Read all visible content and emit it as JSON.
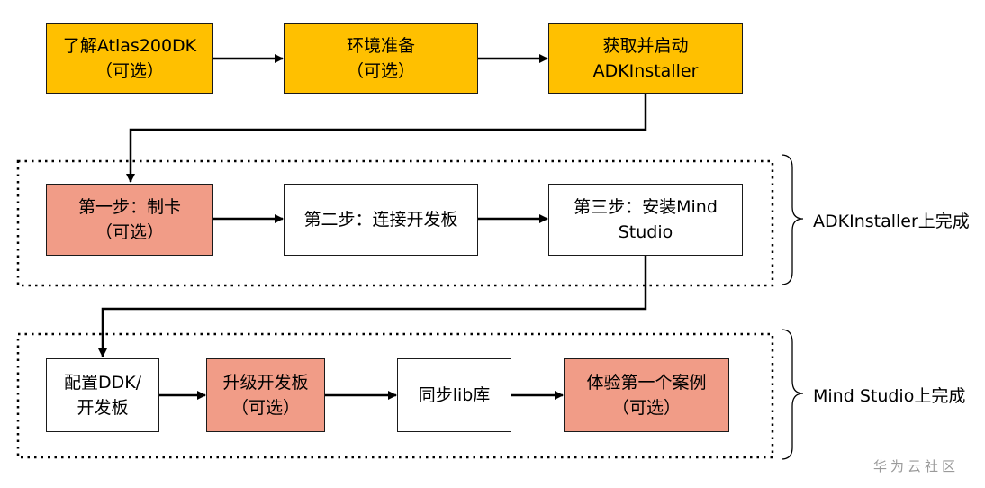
{
  "nodes": {
    "intro": "了解Atlas200DK\n（可选）",
    "env": "环境准备\n（可选）",
    "adk": "获取并启动\nADKInstaller",
    "s1": "第一步：制卡\n（可选）",
    "s2": "第二步：连接开发板",
    "s3": "第三步：安装Mind\nStudio",
    "ddk": "配置DDK/\n开发板",
    "upgrade": "升级开发板\n（可选）",
    "sync": "同步lib库",
    "case": "体验第一个案例\n（可选）"
  },
  "groups": {
    "adk_label": "ADKInstaller上完成",
    "mind_label": "Mind Studio上完成"
  },
  "watermark": "华为云社区",
  "colors": {
    "optional_gold": "#ffc000",
    "optional_salmon": "#f19c87",
    "step": "#ffffff"
  }
}
